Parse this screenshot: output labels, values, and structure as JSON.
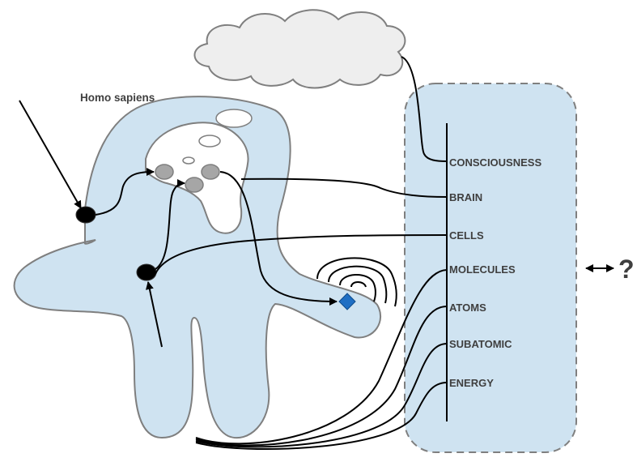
{
  "organism_label": "Homo sapiens",
  "levels": [
    {
      "id": "consciousness",
      "label": "CONSCIOUSNESS"
    },
    {
      "id": "brain",
      "label": "BRAIN"
    },
    {
      "id": "cells",
      "label": "CELLS"
    },
    {
      "id": "molecules",
      "label": "MOLECULES"
    },
    {
      "id": "atoms",
      "label": "ATOMS"
    },
    {
      "id": "subatomic",
      "label": "SUBATOMIC"
    },
    {
      "id": "energy",
      "label": "ENERGY"
    }
  ],
  "unknown_symbol": "?",
  "colors": {
    "body_fill": "#cfe3f1",
    "panel_fill": "#cfe3f1",
    "cloud_fill": "#eeeeee",
    "node_gray": "#a6a6a6",
    "node_black": "#000000",
    "diamond": "#1f6fc4",
    "text": "#3f3f3f"
  }
}
